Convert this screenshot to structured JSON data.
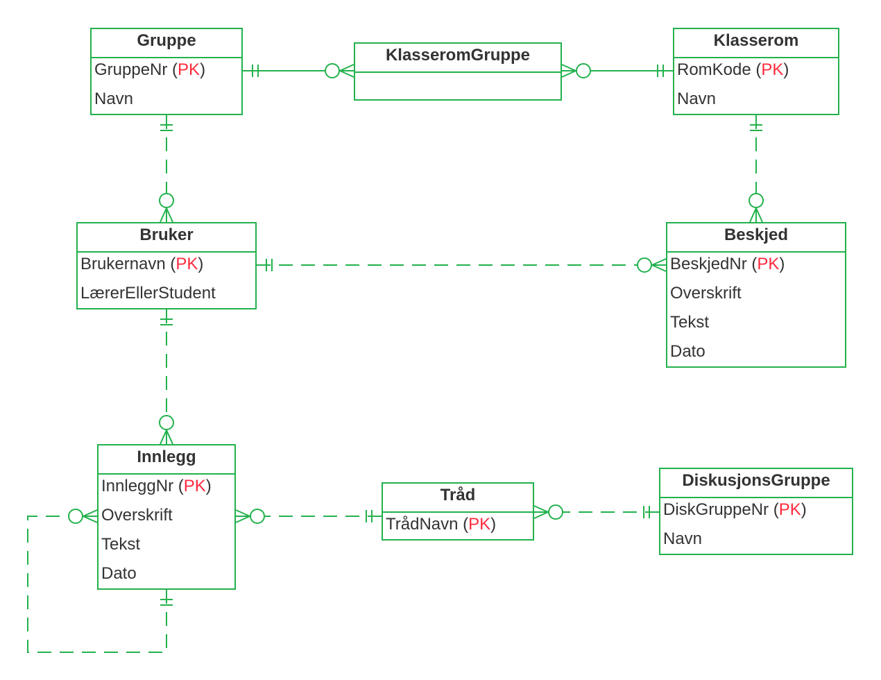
{
  "diagram": {
    "colors": {
      "line": "#22b14c",
      "text": "#333333",
      "pk": "#ff2a3d",
      "background": "#ffffff"
    },
    "pk_label": "PK",
    "entities": [
      {
        "id": "gruppe",
        "title": "Gruppe",
        "attributes": [
          {
            "name": "GruppeNr",
            "pk": true
          },
          {
            "name": "Navn",
            "pk": false
          }
        ]
      },
      {
        "id": "klasseromgruppe",
        "title": "KlasseromGruppe",
        "attributes": []
      },
      {
        "id": "klasserom",
        "title": "Klasserom",
        "attributes": [
          {
            "name": "RomKode",
            "pk": true
          },
          {
            "name": "Navn",
            "pk": false
          }
        ]
      },
      {
        "id": "bruker",
        "title": "Bruker",
        "attributes": [
          {
            "name": "Brukernavn",
            "pk": true
          },
          {
            "name": "LærerEllerStudent",
            "pk": false
          }
        ]
      },
      {
        "id": "beskjed",
        "title": "Beskjed",
        "attributes": [
          {
            "name": "BeskjedNr",
            "pk": true
          },
          {
            "name": "Overskrift",
            "pk": false
          },
          {
            "name": "Tekst",
            "pk": false
          },
          {
            "name": "Dato",
            "pk": false
          }
        ]
      },
      {
        "id": "innlegg",
        "title": "Innlegg",
        "attributes": [
          {
            "name": "InnleggNr",
            "pk": true
          },
          {
            "name": "Overskrift",
            "pk": false
          },
          {
            "name": "Tekst",
            "pk": false
          },
          {
            "name": "Dato",
            "pk": false
          }
        ]
      },
      {
        "id": "traad",
        "title": "Tråd",
        "attributes": [
          {
            "name": "TrådNavn",
            "pk": true
          }
        ]
      },
      {
        "id": "diskusjonsgruppe",
        "title": "DiskusjonsGruppe",
        "attributes": [
          {
            "name": "DiskGruppeNr",
            "pk": true
          },
          {
            "name": "Navn",
            "pk": false
          }
        ]
      }
    ],
    "relationships": [
      {
        "id": "gruppe-klasseromgruppe",
        "from": "gruppe",
        "from_card": "one-mandatory",
        "to": "klasseromgruppe",
        "to_card": "zero-or-many",
        "style": "solid"
      },
      {
        "id": "klasserom-klasseromgruppe",
        "from": "klasserom",
        "from_card": "one-mandatory",
        "to": "klasseromgruppe",
        "to_card": "zero-or-many",
        "style": "solid"
      },
      {
        "id": "gruppe-bruker",
        "from": "gruppe",
        "from_card": "one-mandatory",
        "to": "bruker",
        "to_card": "zero-or-many",
        "style": "dashed"
      },
      {
        "id": "klasserom-beskjed",
        "from": "klasserom",
        "from_card": "one-mandatory",
        "to": "beskjed",
        "to_card": "zero-or-many",
        "style": "dashed"
      },
      {
        "id": "bruker-beskjed",
        "from": "bruker",
        "from_card": "one-mandatory",
        "to": "beskjed",
        "to_card": "zero-or-many",
        "style": "dashed"
      },
      {
        "id": "bruker-innlegg",
        "from": "bruker",
        "from_card": "one-mandatory",
        "to": "innlegg",
        "to_card": "zero-or-many",
        "style": "dashed"
      },
      {
        "id": "traad-innlegg",
        "from": "traad",
        "from_card": "one-mandatory",
        "to": "innlegg",
        "to_card": "zero-or-many",
        "style": "dashed"
      },
      {
        "id": "diskusjonsgruppe-traad",
        "from": "diskusjonsgruppe",
        "from_card": "one-mandatory",
        "to": "traad",
        "to_card": "zero-or-many",
        "style": "dashed"
      },
      {
        "id": "innlegg-self",
        "from": "innlegg",
        "from_card": "one-mandatory",
        "to": "innlegg",
        "to_card": "zero-or-many",
        "style": "dashed"
      }
    ]
  }
}
